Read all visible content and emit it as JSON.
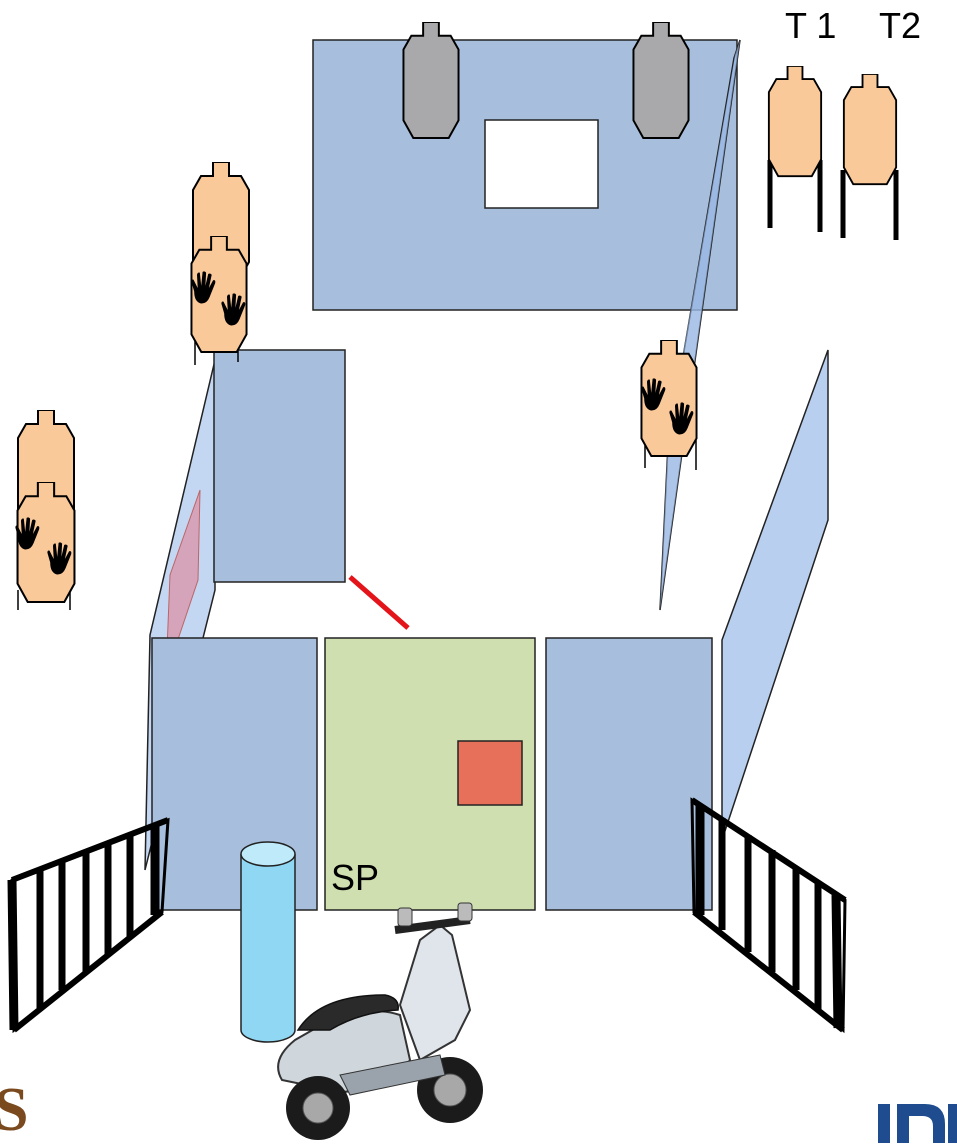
{
  "labels": {
    "target_1": "T 1",
    "target_2": "T2",
    "start_position": "SP"
  },
  "colors": {
    "wall_blue": "#a7bfdc",
    "wall_angled": "#b9cff0",
    "door_green": "#cfdfb0",
    "table_red": "#e6705a",
    "target_tan": "#f9c99a",
    "target_gray": "#a9a9ab",
    "fault_line_red": "#e3141a",
    "barrel_cyan": "#8fd7f2",
    "pink_panel": "#d89bb0"
  },
  "icons": {
    "hand": "no-shoot-hand-icon",
    "target": "silhouette-target-icon",
    "barrel": "barrel-icon",
    "scooter": "scooter-icon",
    "barricade": "barricade-icon"
  },
  "logos": {
    "left_fragment": "S",
    "right_fragment": "ID"
  }
}
